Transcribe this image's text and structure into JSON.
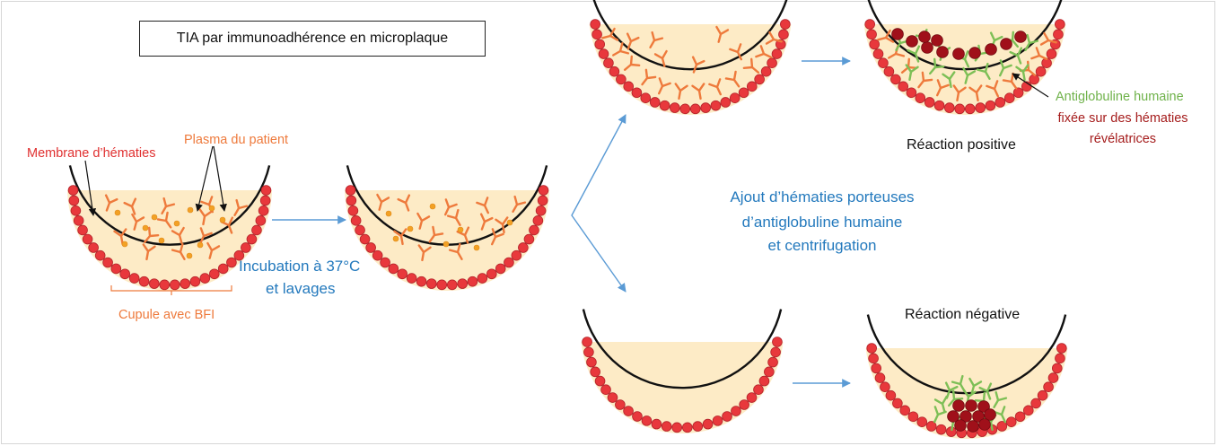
{
  "title": "TIA par immunoadhérence en microplaque",
  "labels": {
    "membrane": "Membrane d’hématies",
    "plasma": "Plasma du patient",
    "cupule": "Cupule avec BFI",
    "incubation_1": "Incubation à 37°C",
    "incubation_2": "et lavages",
    "ajout_1": "Ajout d’hématies porteuses",
    "ajout_2": "d’antiglobuline humaine",
    "ajout_3": "et centrifugation",
    "antiglobuline": "Antiglobuline humaine",
    "fixee_1": "fixée sur des hématies",
    "fixee_2": "révélatrices",
    "positive": "Réaction positive",
    "negative": "Réaction négative"
  },
  "colors": {
    "cell_red": "#e8383c",
    "dark_red": "#a0101a",
    "antibody_orange": "#ee7a3c",
    "antiglobulin_green": "#7dbf56",
    "medium": "#fdebc6",
    "arrow_blue": "#5b9bd5",
    "text_blue": "#2379bd"
  }
}
